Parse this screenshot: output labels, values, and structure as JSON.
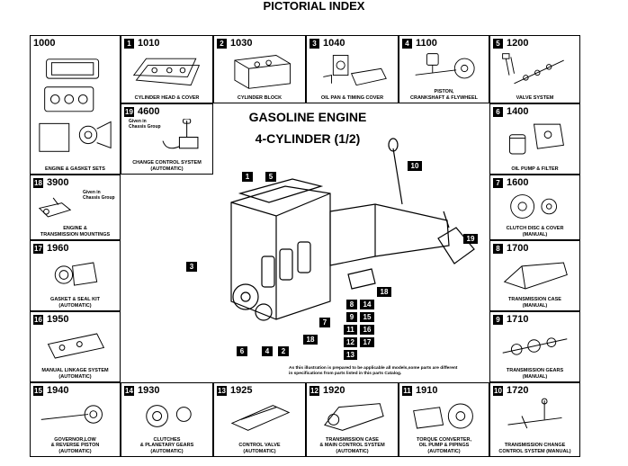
{
  "title": "PICTORIAL INDEX",
  "center": {
    "line1": "GASOLINE ENGINE",
    "line2": "4-CYLINDER (1/2)",
    "disclaimer": "As this illustration is prepared to be applicable all models,some parts are different\nin specifications from parts listed in this parts Catalog."
  },
  "cells": {
    "c1000": {
      "badge": "",
      "code": "1000",
      "caption": "ENGINE & GASKET SETS"
    },
    "c1010": {
      "badge": "1",
      "code": "1010",
      "caption": "CYLINDER HEAD & COVER"
    },
    "c1030": {
      "badge": "2",
      "code": "1030",
      "caption": "CYLINDER BLOCK"
    },
    "c1040": {
      "badge": "3",
      "code": "1040",
      "caption": "OIL PAN & TIMING COVER"
    },
    "c1100": {
      "badge": "4",
      "code": "1100",
      "caption": "PISTON,\nCRANKSHAFT & FLYWHEEL"
    },
    "c1200": {
      "badge": "5",
      "code": "1200",
      "caption": "VALVE SYSTEM"
    },
    "c4600": {
      "badge": "19",
      "code": "4600",
      "caption": "CHANGE CONTROL SYSTEM\n(AUTOMATIC)",
      "note": "Given in\nChassis Group"
    },
    "c1400": {
      "badge": "6",
      "code": "1400",
      "caption": "OIL PUMP & FILTER"
    },
    "c3900": {
      "badge": "18",
      "code": "3900",
      "caption": "ENGINE &\nTRANSMISSION MOUNTINGS",
      "note": "Given in\nChassis Group"
    },
    "c1600": {
      "badge": "7",
      "code": "1600",
      "caption": "CLUTCH DISC & COVER\n(MANUAL)"
    },
    "c1960": {
      "badge": "17",
      "code": "1960",
      "caption": "GASKET & SEAL KIT\n(AUTOMATIC)"
    },
    "c1700": {
      "badge": "8",
      "code": "1700",
      "caption": "TRANSMISSION CASE\n(MANUAL)"
    },
    "c1950": {
      "badge": "16",
      "code": "1950",
      "caption": "MANUAL LINKAGE SYSTEM\n(AUTOMATIC)"
    },
    "c1710": {
      "badge": "9",
      "code": "1710",
      "caption": "TRANSMISSION GEARS\n(MANUAL)"
    },
    "c1940": {
      "badge": "15",
      "code": "1940",
      "caption": "GOVERNOR,LOW\n& REVERSE PISTON\n(AUTOMATIC)"
    },
    "c1930": {
      "badge": "14",
      "code": "1930",
      "caption": "CLUTCHES\n& PLANETARY GEARS\n(AUTOMATIC)"
    },
    "c1925": {
      "badge": "13",
      "code": "1925",
      "caption": "CONTROL VALVE\n(AUTOMATIC)"
    },
    "c1920": {
      "badge": "12",
      "code": "1920",
      "caption": "TRANSMISSION CASE\n& MAIN CONTROL SYSTEM\n(AUTOMATIC)"
    },
    "c1910": {
      "badge": "11",
      "code": "1910",
      "caption": "TORQUE CONVERTER,\nOIL PUMP & PIPINGS\n(AUTOMATIC)"
    },
    "c1720": {
      "badge": "10",
      "code": "1720",
      "caption": "TRANSMISSION CHANGE\nCONTROL SYSTEM (MANUAL)"
    }
  },
  "callouts": {
    "k1": "1",
    "k5": "5",
    "k10": "10",
    "k19": "19",
    "k3": "3",
    "k18a": "18",
    "k8": "8",
    "k14": "14",
    "k9": "9",
    "k15": "15",
    "k11": "11",
    "k16": "16",
    "k12": "12",
    "k17": "17",
    "k13": "13",
    "k7": "7",
    "k18b": "18",
    "k6": "6",
    "k4": "4",
    "k2": "2"
  }
}
